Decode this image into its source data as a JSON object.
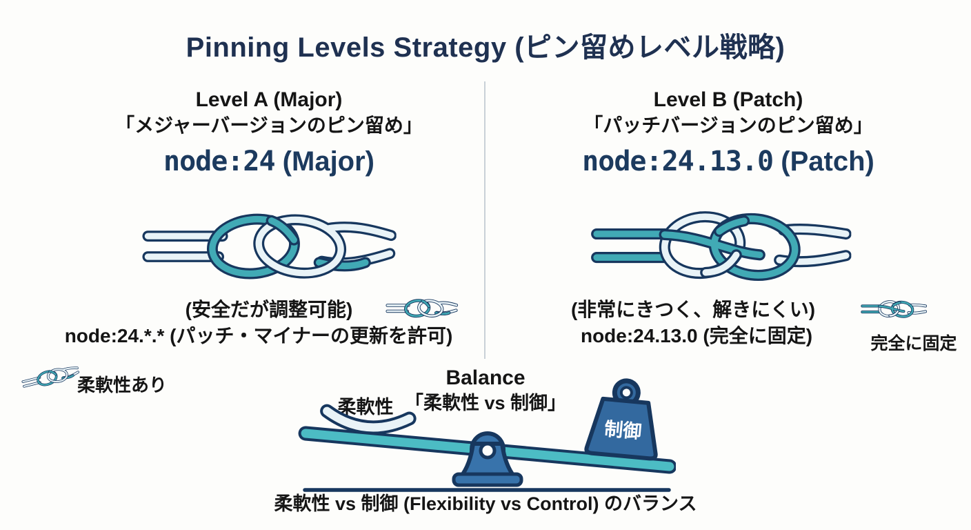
{
  "title": "Pinning Levels Strategy (ピン留めレベル戦略)",
  "level_a": {
    "heading": "Level A (Major)",
    "subheading": "「メジャーバージョンのピン留め」",
    "version_code": "node:24",
    "version_suffix": " (Major)",
    "note1": "(安全だが調整可能)",
    "note2": "node:24.*.* (パッチ・マイナーの更新を許可)"
  },
  "level_b": {
    "heading": "Level B (Patch)",
    "subheading": "「パッチバージョンのピン留め」",
    "version_code": "node:24.13.0",
    "version_suffix": " (Patch)",
    "note1": "(非常にきつく、解きにくい)",
    "note2": "node:24.13.0 (完全に固定)",
    "icon_label": "完全に固定"
  },
  "flexibility_note": "柔軟性あり",
  "balance": {
    "heading": "Balance",
    "subheading": "「柔軟性 vs 制御」",
    "left_label": "柔軟性",
    "right_label": "制御",
    "caption": "柔軟性 vs 制御 (Flexibility vs Control) のバランス"
  },
  "icons": {
    "left_knot": "loose-reef-knot",
    "right_knot": "tight-double-knot",
    "balance_graphic": "seesaw-with-rope-and-weight"
  },
  "colors": {
    "navy_outline": "#17375e",
    "title_navy": "#1f3151",
    "version_navy": "#1c3a5e",
    "teal_rope": "#41aab5",
    "beam_teal": "#4cbcc4",
    "light_rope": "#e9f3f7",
    "blue_fill": "#3873ab",
    "background": "#fdfdfb"
  }
}
